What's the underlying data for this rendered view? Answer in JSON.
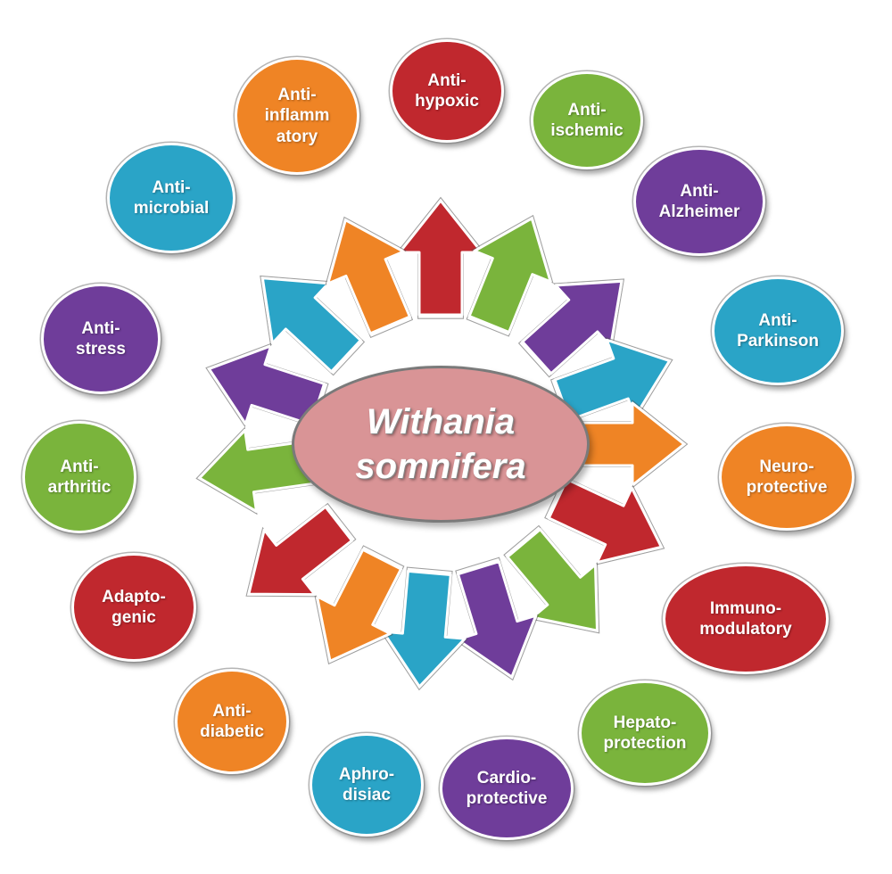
{
  "center": {
    "label": "Withania\nsomnifera",
    "color": "#d99496"
  },
  "colors": {
    "red": "#c0282e",
    "green": "#7ab43c",
    "purple": "#6f3d9a",
    "blue": "#2aa4c7",
    "orange": "#ef8425"
  },
  "effects": [
    {
      "label": "Anti-\nhypoxic",
      "color": "red"
    },
    {
      "label": "Anti-\nischemic",
      "color": "green"
    },
    {
      "label": "Anti-\nAlzheimer",
      "color": "purple"
    },
    {
      "label": "Anti-\nParkinson",
      "color": "blue"
    },
    {
      "label": "Neuro-\nprotective",
      "color": "orange"
    },
    {
      "label": "Immuno-\nmodulatory",
      "color": "red"
    },
    {
      "label": "Hepato-\nprotection",
      "color": "green"
    },
    {
      "label": "Cardio-\nprotective",
      "color": "purple"
    },
    {
      "label": "Aphro-\ndisiac",
      "color": "blue"
    },
    {
      "label": "Anti-\ndiabetic",
      "color": "orange"
    },
    {
      "label": "Adapto-\ngenic",
      "color": "red"
    },
    {
      "label": "Anti-\narthritic",
      "color": "green"
    },
    {
      "label": "Anti-\nstress",
      "color": "purple"
    },
    {
      "label": "Anti-\nmicrobial",
      "color": "blue"
    },
    {
      "label": "Anti-\ninflamm\natory",
      "color": "orange"
    }
  ]
}
